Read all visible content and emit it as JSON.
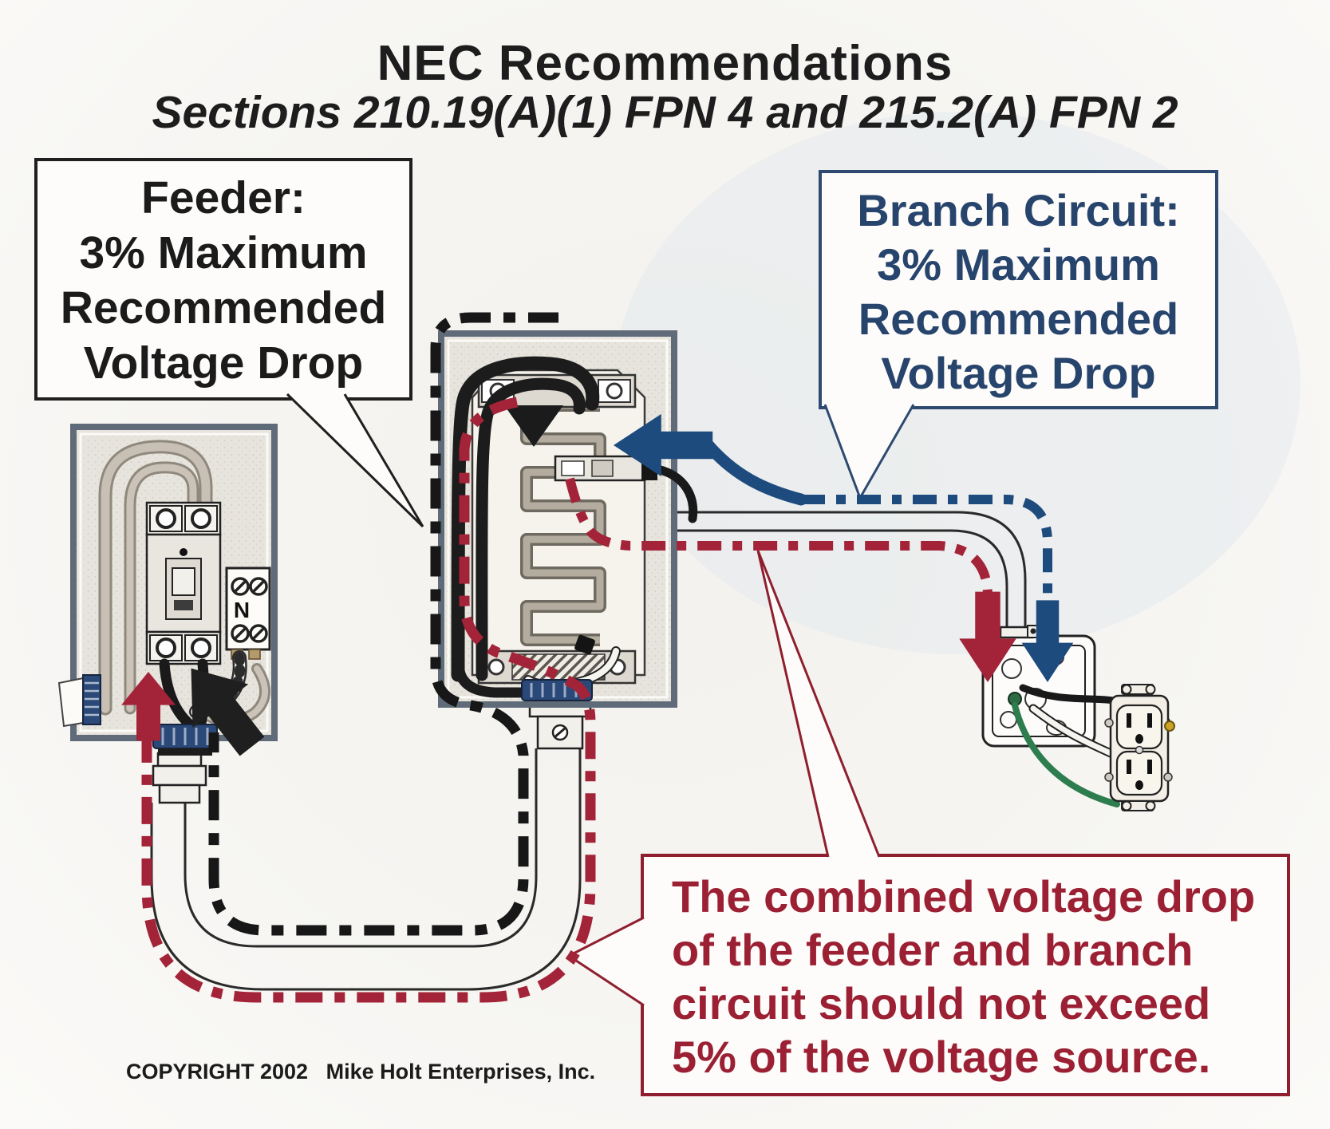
{
  "title": "NEC Recommendations",
  "subtitle": "Sections 210.19(A)(1) FPN 4 and 215.2(A) FPN 2",
  "callouts": {
    "feeder": {
      "lines": [
        "Feeder:",
        "3% Maximum",
        "Recommended",
        "Voltage Drop"
      ]
    },
    "branch_circuit": {
      "lines": [
        "Branch Circuit:",
        "3% Maximum",
        "Recommended",
        "Voltage Drop"
      ]
    },
    "combined": {
      "lines": [
        "The combined voltage drop",
        "of the feeder and branch",
        "circuit should not exceed",
        "5% of the voltage source."
      ]
    }
  },
  "diagram": {
    "neutral_bar_label": "N",
    "colors": {
      "feeder_conductor_black": "#171717",
      "branch_neutral_blue": "#1e4b7e",
      "voltage_drop_red": "#a32438",
      "equipment_ground_green": "#2e7d4f",
      "enclosure_gray": "#5f6b78"
    }
  },
  "footer": {
    "copyright": "COPYRIGHT 2002   Mike Holt Enterprises, Inc."
  }
}
